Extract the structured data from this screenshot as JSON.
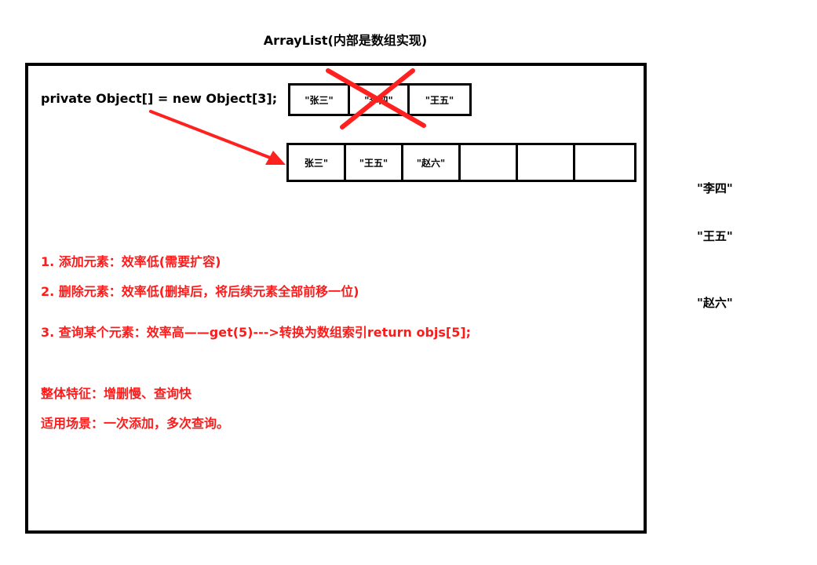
{
  "title": "ArrayList(内部是数组实现)",
  "code_line": "private Object[] = new Object[3];",
  "old_array": [
    "\"张三\"",
    "\"李四\"",
    "\"王五\""
  ],
  "new_array": [
    "张三\"",
    "\"王五\"",
    "\"赵六\"",
    "",
    "",
    ""
  ],
  "notes": {
    "add": "1. 添加元素：效率低(需要扩容)",
    "delete": "2. 删除元素：效率低(删掉后，将后续元素全部前移一位)",
    "query": "3. 查询某个元素：效率高——get(5)--->转换为数组索引return objs[5];",
    "summary": "整体特征：增删慢、查询快",
    "scenario": "适用场景：一次添加，多次查询。"
  },
  "side_values": [
    "\"李四\"",
    "\"王五\"",
    "\"赵六\""
  ],
  "colors": {
    "annotation": "#ff1a1a",
    "border": "#000000"
  }
}
